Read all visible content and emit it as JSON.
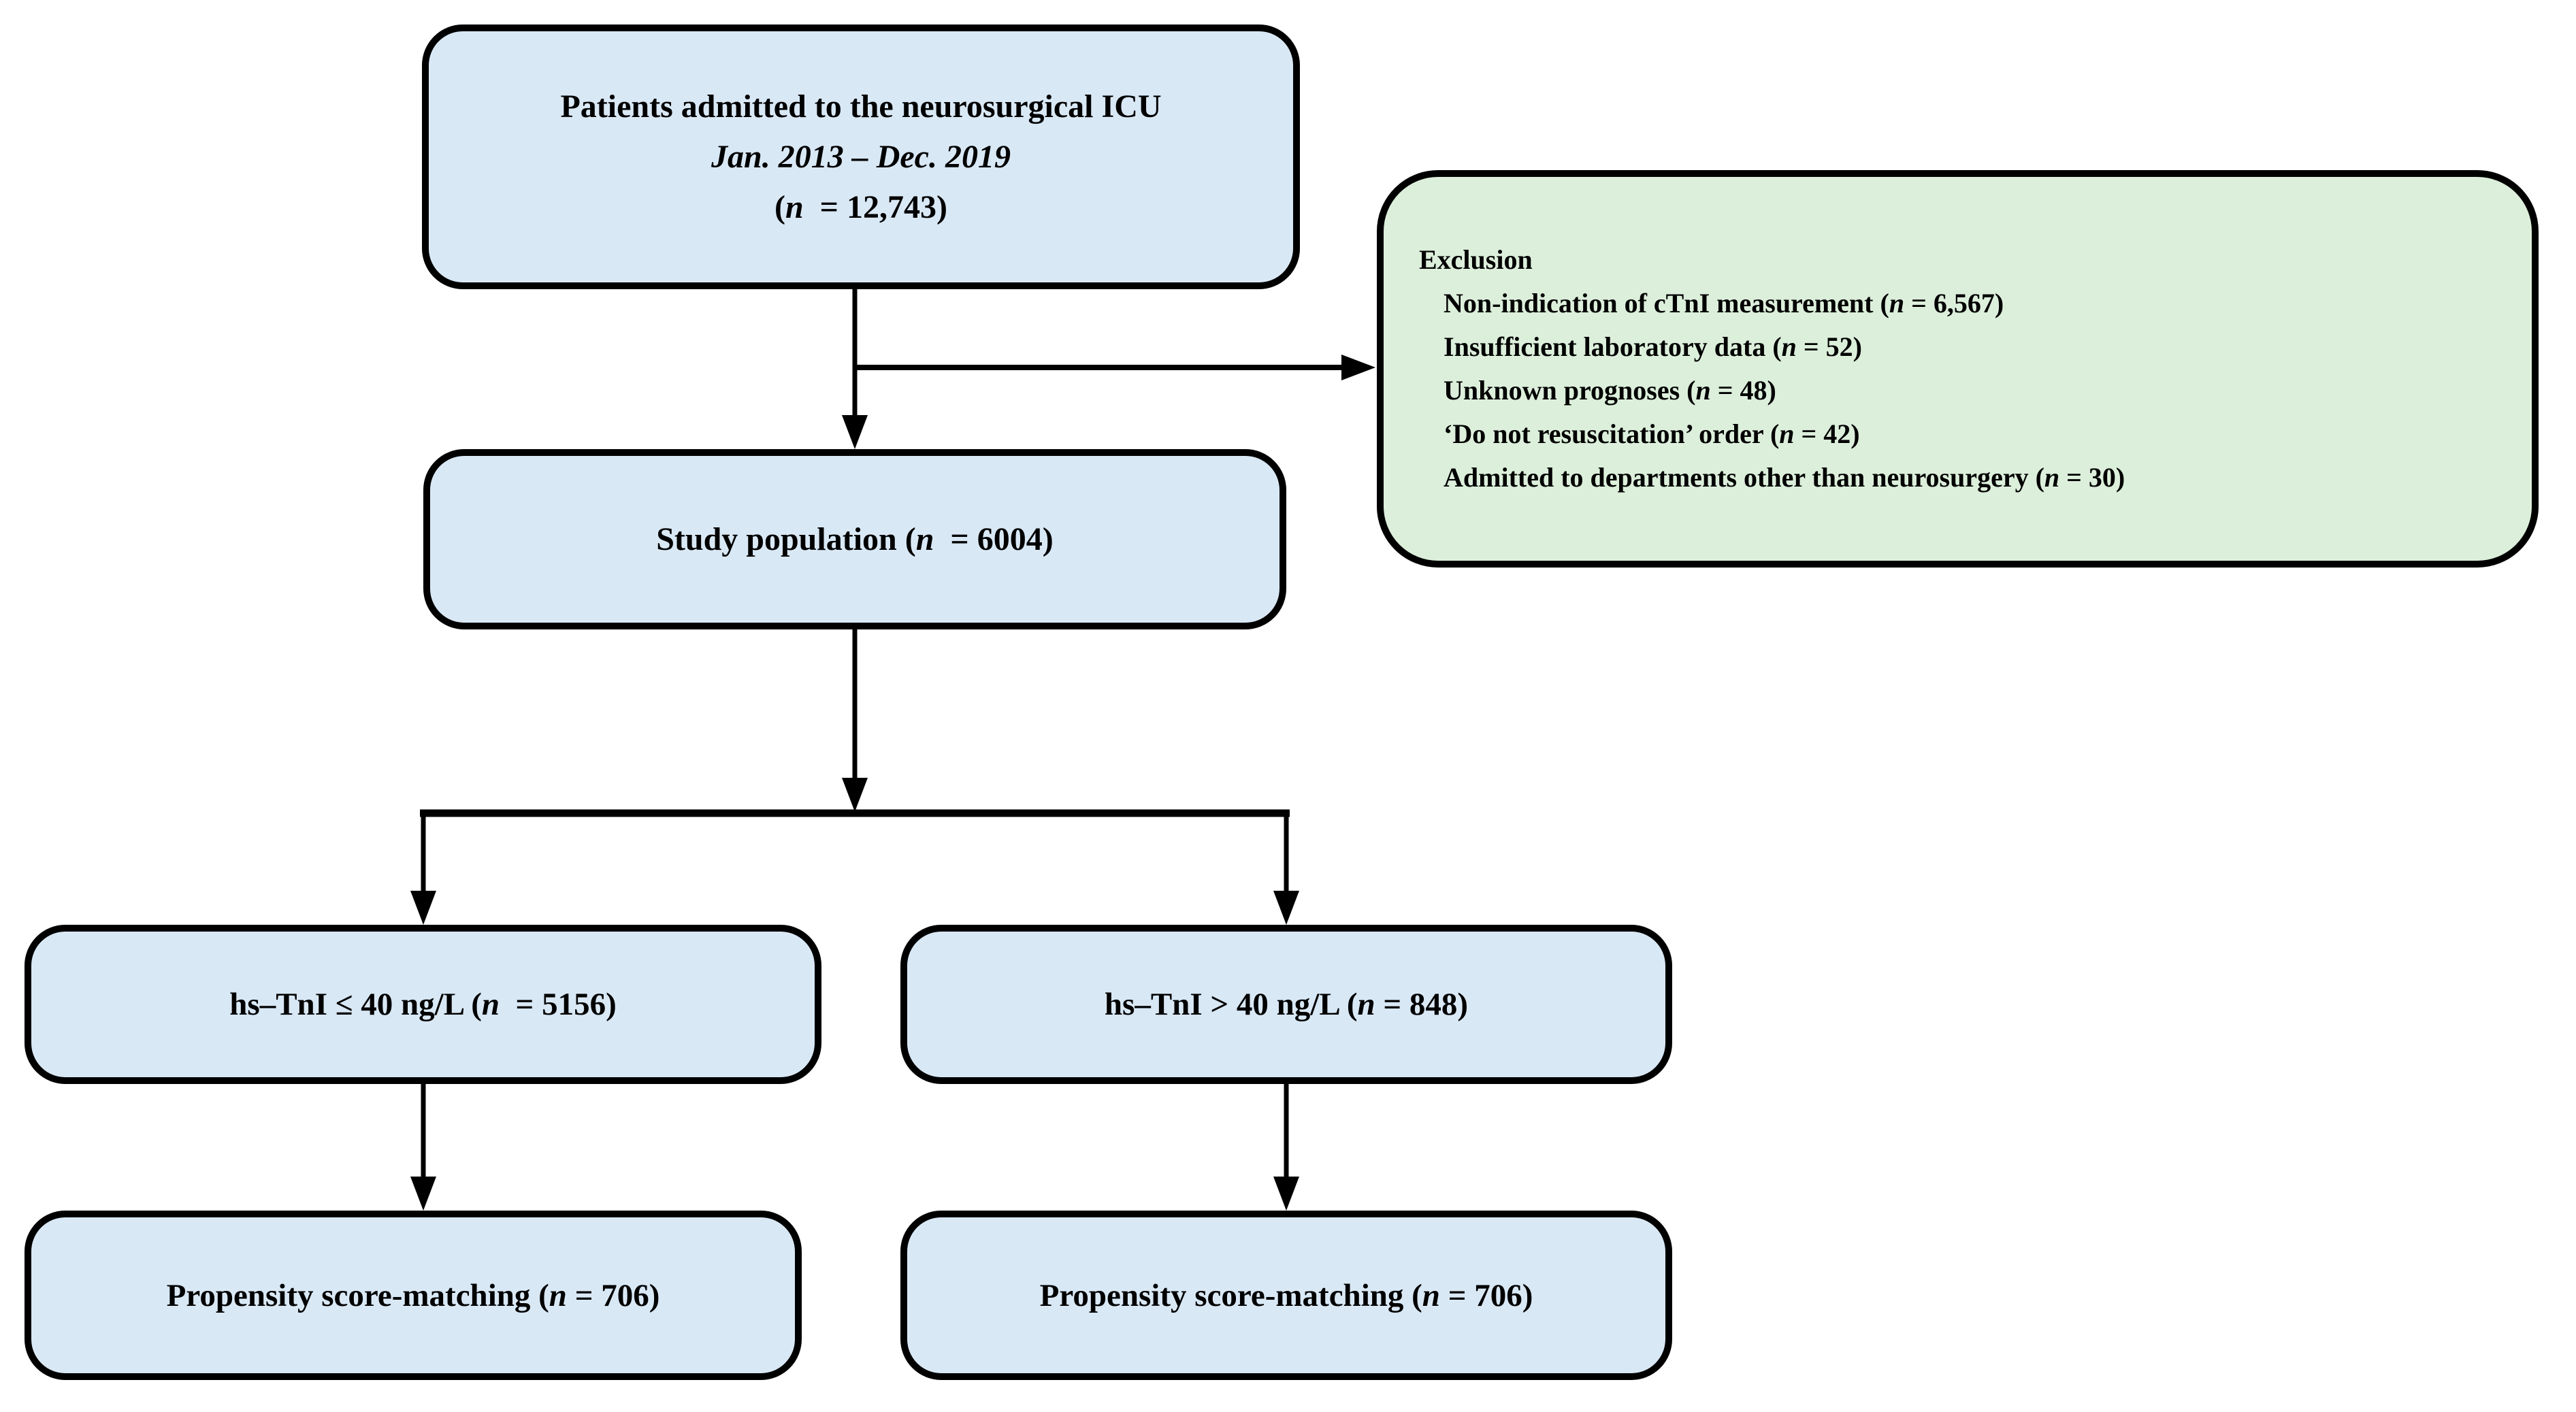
{
  "palette": {
    "background": "#ffffff",
    "box_blue": "#d9e8f5",
    "box_green": "#dcefdb",
    "border": "#000000",
    "arrow": "#000000"
  },
  "nodes": {
    "admitted": {
      "lines": [
        [
          {
            "t": "Patients admitted to the neurosurgical ICU"
          }
        ],
        [
          {
            "t": "Jan. 2013 – Dec. 2019",
            "i": true
          }
        ],
        [
          {
            "t": "("
          },
          {
            "t": "n",
            "i": true
          },
          {
            "t": "  = 12,743)"
          }
        ]
      ]
    },
    "exclusion": {
      "heading": [
        {
          "t": "Exclusion"
        }
      ],
      "items": [
        [
          {
            "t": "Non-indication of cTnI measurement ("
          },
          {
            "t": "n",
            "i": true
          },
          {
            "t": " = 6,567)"
          }
        ],
        [
          {
            "t": "Insufficient laboratory data ("
          },
          {
            "t": "n",
            "i": true
          },
          {
            "t": " = 52)"
          }
        ],
        [
          {
            "t": "Unknown prognoses ("
          },
          {
            "t": "n",
            "i": true
          },
          {
            "t": " = 48)"
          }
        ],
        [
          {
            "t": "‘Do not resuscitation’ order ("
          },
          {
            "t": "n",
            "i": true
          },
          {
            "t": " = 42)"
          }
        ],
        [
          {
            "t": "Admitted to departments other than neurosurgery ("
          },
          {
            "t": "n",
            "i": true
          },
          {
            "t": " = 30)"
          }
        ]
      ]
    },
    "study": {
      "lines": [
        [
          {
            "t": "Study population ("
          },
          {
            "t": "n",
            "i": true
          },
          {
            "t": "  = 6004)"
          }
        ]
      ]
    },
    "hs_low": {
      "lines": [
        [
          {
            "t": "hs–TnI ≤ 40 ng/L ("
          },
          {
            "t": "n",
            "i": true
          },
          {
            "t": "  = 5156)"
          }
        ]
      ]
    },
    "hs_high": {
      "lines": [
        [
          {
            "t": "hs–TnI > 40 ng/L ("
          },
          {
            "t": "n",
            "i": true
          },
          {
            "t": " = 848)"
          }
        ]
      ]
    },
    "psm_low": {
      "lines": [
        [
          {
            "t": "Propensity score-matching ("
          },
          {
            "t": "n",
            "i": true
          },
          {
            "t": " = 706)"
          }
        ]
      ]
    },
    "psm_high": {
      "lines": [
        [
          {
            "t": "Propensity score-matching ("
          },
          {
            "t": "n",
            "i": true
          },
          {
            "t": " = 706)"
          }
        ]
      ]
    }
  },
  "edges": [
    {
      "from": "admitted",
      "to": "study"
    },
    {
      "from": "admitted",
      "to": "exclusion"
    },
    {
      "from": "study",
      "to": "hs_low"
    },
    {
      "from": "study",
      "to": "hs_high"
    },
    {
      "from": "hs_low",
      "to": "psm_low"
    },
    {
      "from": "hs_high",
      "to": "psm_high"
    }
  ]
}
